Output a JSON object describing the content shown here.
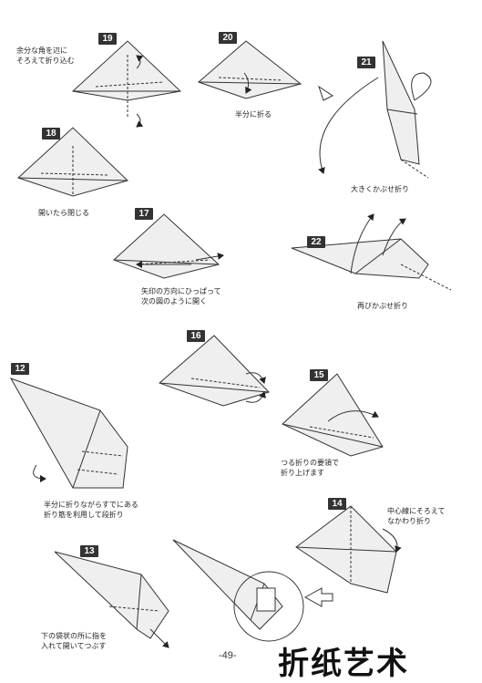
{
  "steps": [
    {
      "num": "19"
    },
    {
      "num": "20"
    },
    {
      "num": "21"
    },
    {
      "num": "18"
    },
    {
      "num": "17"
    },
    {
      "num": "22"
    },
    {
      "num": "16"
    },
    {
      "num": "15"
    },
    {
      "num": "12"
    },
    {
      "num": "14"
    },
    {
      "num": "13"
    }
  ],
  "captions": {
    "c19": "余分な角を辺に\nそろえて折り込む",
    "c20": "半分に折る",
    "c21": "大きくかぶせ折り",
    "c18": "開いたら閉じる",
    "c17": "矢印の方向にひっぱって\n次の図のように開く",
    "c22": "再びかぶせ折り",
    "c15": "つる折りの要領で\n折り上げます",
    "c12": "半分に折りながらすでにある\n折り筋を利用して段折り",
    "c14": "中心線にそろえて\nなかわり折り",
    "c13": "下の袋状の所に指を\n入れて開いてつぶす"
  },
  "page_number": "-49-",
  "watermark": {
    "text": "折纸艺术",
    "color": "#111111"
  }
}
